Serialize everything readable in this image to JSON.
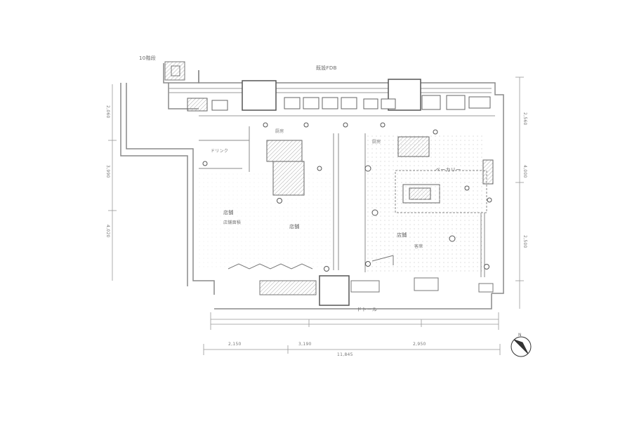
{
  "plan": {
    "top_label": "既設FDB",
    "corner_label": "10階段",
    "bottom_label": "ドトール",
    "room_labels": [
      "店舗",
      "店舗",
      "店舗",
      "ベーカリー",
      "厨房",
      "厨房",
      "ドリンク"
    ],
    "left_sub_labels": [
      "店舗面積",
      "客席"
    ],
    "dim_bottom": [
      "2,150",
      "3,190",
      "2,950",
      "11,845"
    ],
    "dim_right": [
      "2,560",
      "4,000",
      "2,500"
    ],
    "dim_left": [
      "2,060",
      "3,990",
      "4,020"
    ],
    "north_mark": "N"
  },
  "colors": {
    "line": "#8a8a8a",
    "dark": "#555555",
    "hatch": "#9a9a9a",
    "paper": "#ffffff"
  }
}
